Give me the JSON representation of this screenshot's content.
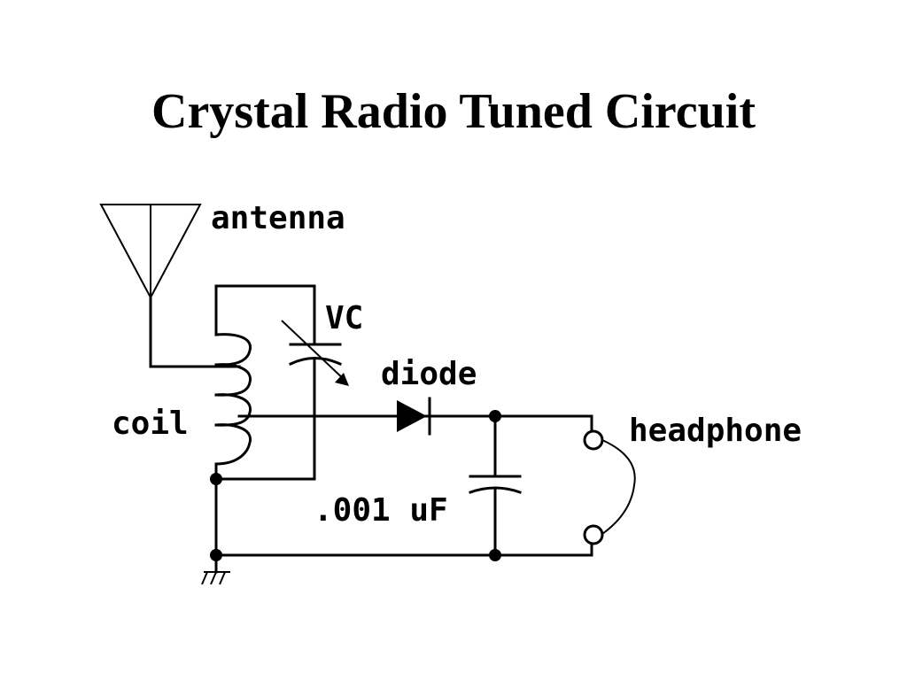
{
  "title": "Crystal Radio Tuned Circuit",
  "labels": {
    "antenna": "antenna",
    "variable_capacitor": "VC",
    "diode": "diode",
    "coil": "coil",
    "headphone": "headphone",
    "capacitor": ".001 uF"
  }
}
